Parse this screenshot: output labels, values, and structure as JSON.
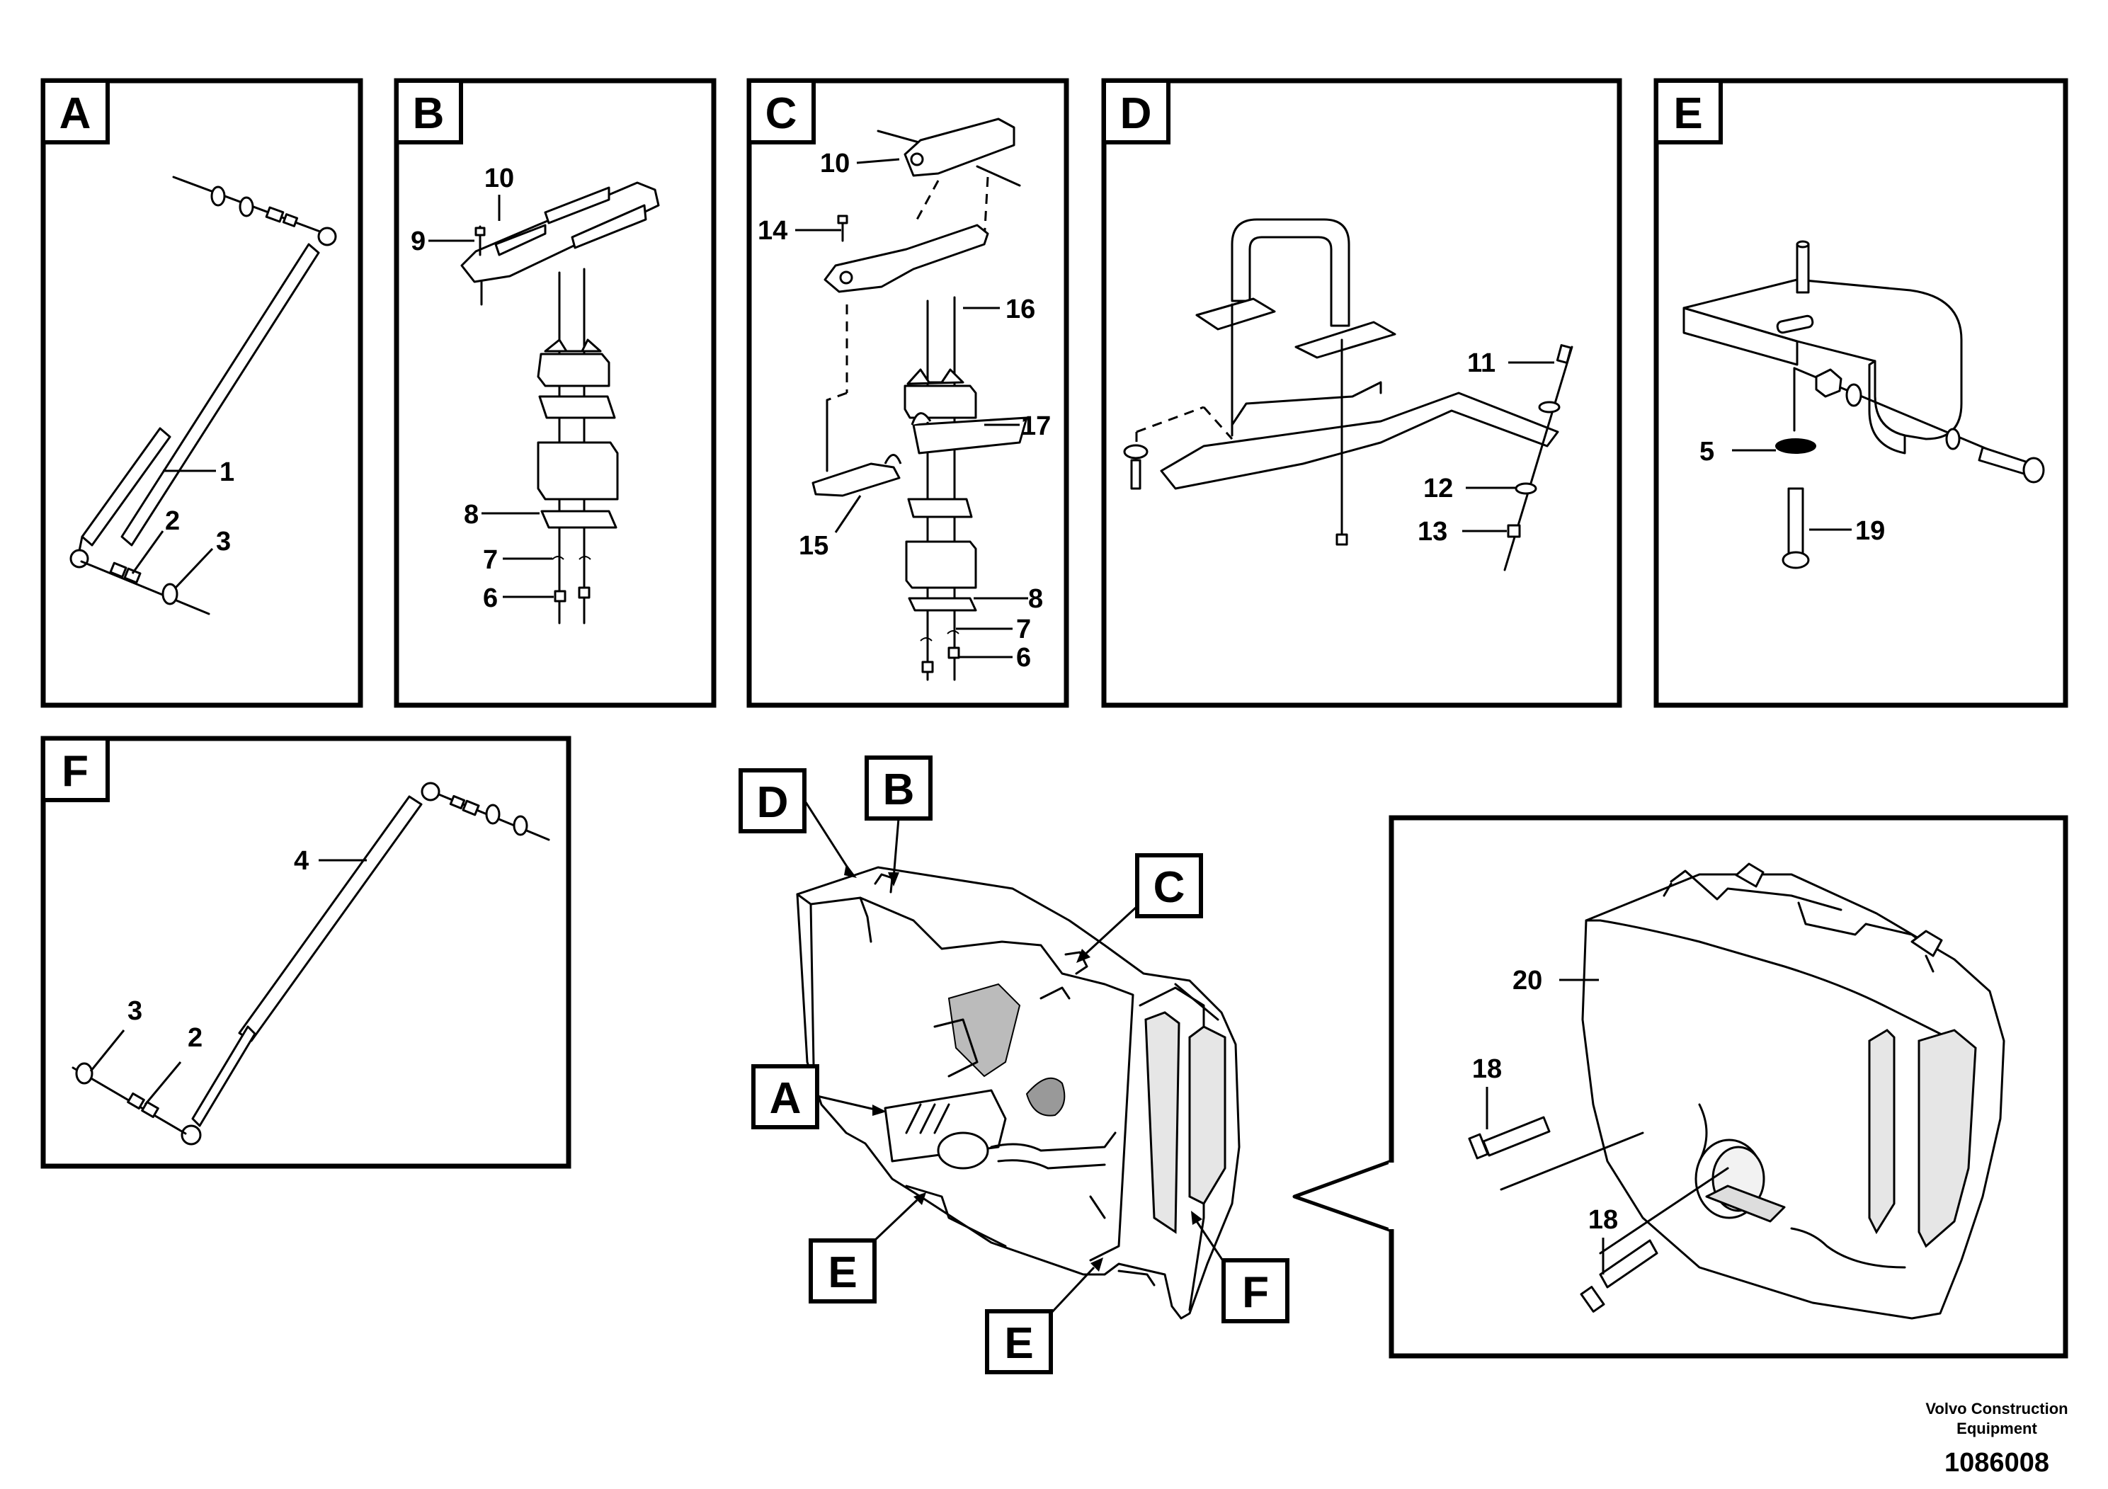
{
  "panels": {
    "A": {
      "letter": "A",
      "parts": [
        "1",
        "2",
        "3"
      ]
    },
    "B": {
      "letter": "B",
      "parts": [
        "10",
        "9",
        "8",
        "7",
        "6"
      ]
    },
    "C": {
      "letter": "C",
      "parts": [
        "10",
        "14",
        "16",
        "17",
        "15",
        "8",
        "7",
        "6"
      ]
    },
    "D": {
      "letter": "D",
      "parts": [
        "11",
        "12",
        "13"
      ]
    },
    "E": {
      "letter": "E",
      "parts": [
        "5",
        "19"
      ]
    },
    "F": {
      "letter": "F",
      "parts": [
        "4",
        "3",
        "2"
      ]
    }
  },
  "overview": {
    "callouts": [
      "D",
      "B",
      "C",
      "A",
      "E",
      "E",
      "F"
    ]
  },
  "detail": {
    "parts": [
      "20",
      "18",
      "18"
    ]
  },
  "footer": {
    "company_line1": "Volvo Construction",
    "company_line2": "Equipment",
    "drawing_number": "1086008"
  }
}
